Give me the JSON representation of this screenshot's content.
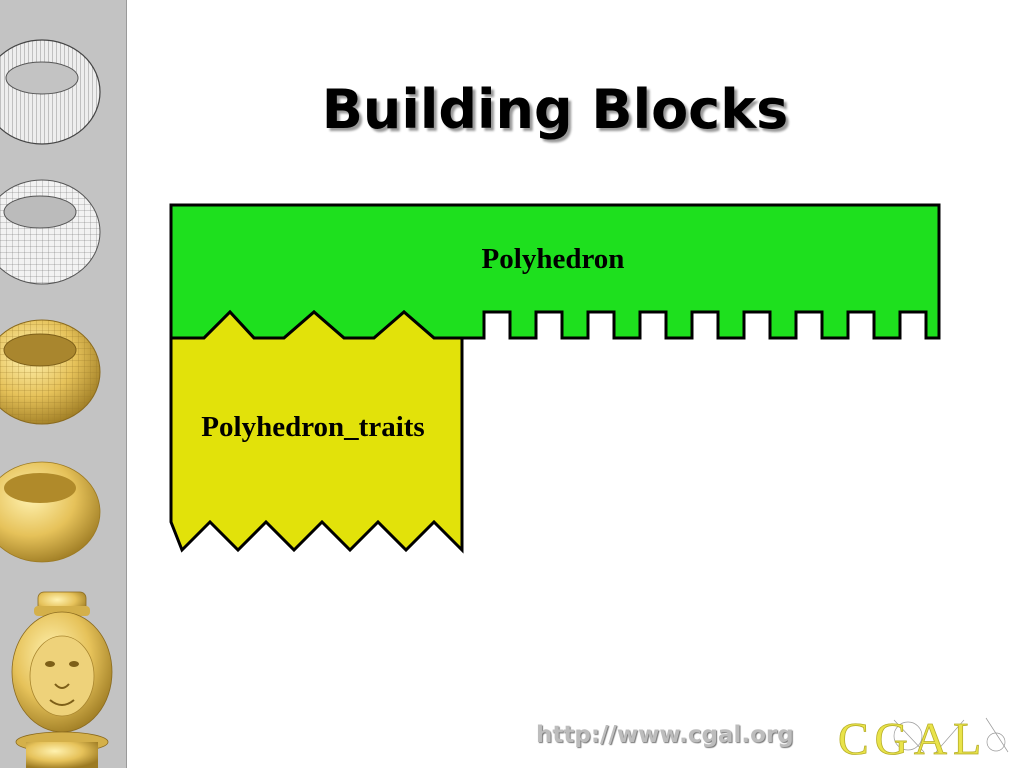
{
  "slide": {
    "title": "Building Blocks",
    "url": "http://www.cgal.org"
  },
  "diagram": {
    "upper_block": {
      "label": "Polyhedron",
      "color": "#1ee01e"
    },
    "lower_block": {
      "label": "Polyhedron_traits",
      "color": "#e2e20a"
    }
  },
  "logo": {
    "text": "CGAL",
    "color": "#e9e34a"
  },
  "sidebar": {
    "items": [
      {
        "icon": "wireframe-torus-icon"
      },
      {
        "icon": "mesh-torus-icon"
      },
      {
        "icon": "gold-mesh-torus-icon"
      },
      {
        "icon": "smooth-gold-torus-icon"
      },
      {
        "icon": "lion-head-sculpture-icon"
      }
    ]
  }
}
